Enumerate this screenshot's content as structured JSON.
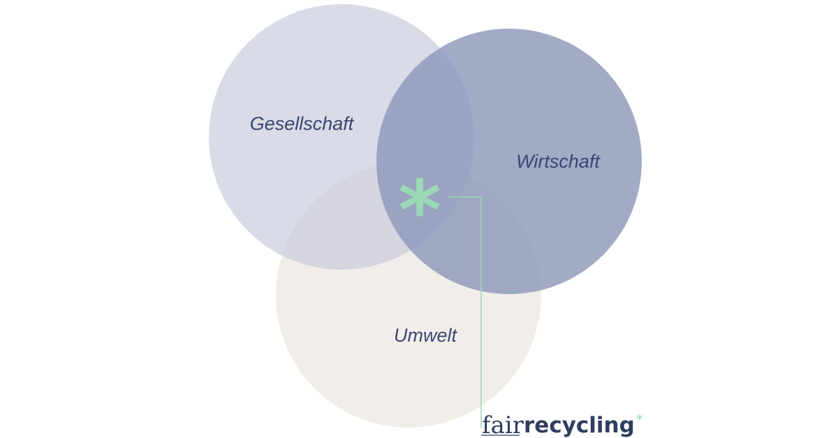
{
  "colors": {
    "gesellschaft": "#c4c8da",
    "wirtschaft": "#8d97ba",
    "umwelt": "#ece7e2",
    "label_text": "#3a4670",
    "accent_green": "#9bd8b6",
    "logo_text": "#2f3e5f"
  },
  "circles": {
    "gesellschaft": {
      "label": "Gesellschaft"
    },
    "wirtschaft": {
      "label": "Wirtschaft"
    },
    "umwelt": {
      "label": "Umwelt"
    }
  },
  "center_marker": {
    "symbol": "*"
  },
  "logo": {
    "part1": "fair",
    "part2": "recycling",
    "star": "*"
  }
}
